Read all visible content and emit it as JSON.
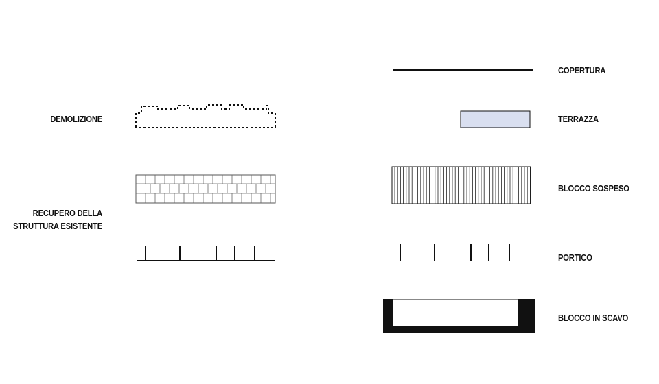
{
  "legend": {
    "left": {
      "demolizione": "DEMOLIZIONE",
      "recupero_line1": "RECUPERO DELLA",
      "recupero_line2": "STRUTTURA ESISTENTE"
    },
    "right": {
      "copertura": "COPERTURA",
      "terrazza": "TERRAZZA",
      "blocco_sospeso": "BLOCCO SOSPESO",
      "portico": "PORTICO",
      "blocco_in_scavo": "BLOCCO IN SCAVO"
    }
  },
  "colors": {
    "ink": "#111111",
    "terrace_fill": "#d9dff0",
    "grid_stroke": "#555555"
  }
}
